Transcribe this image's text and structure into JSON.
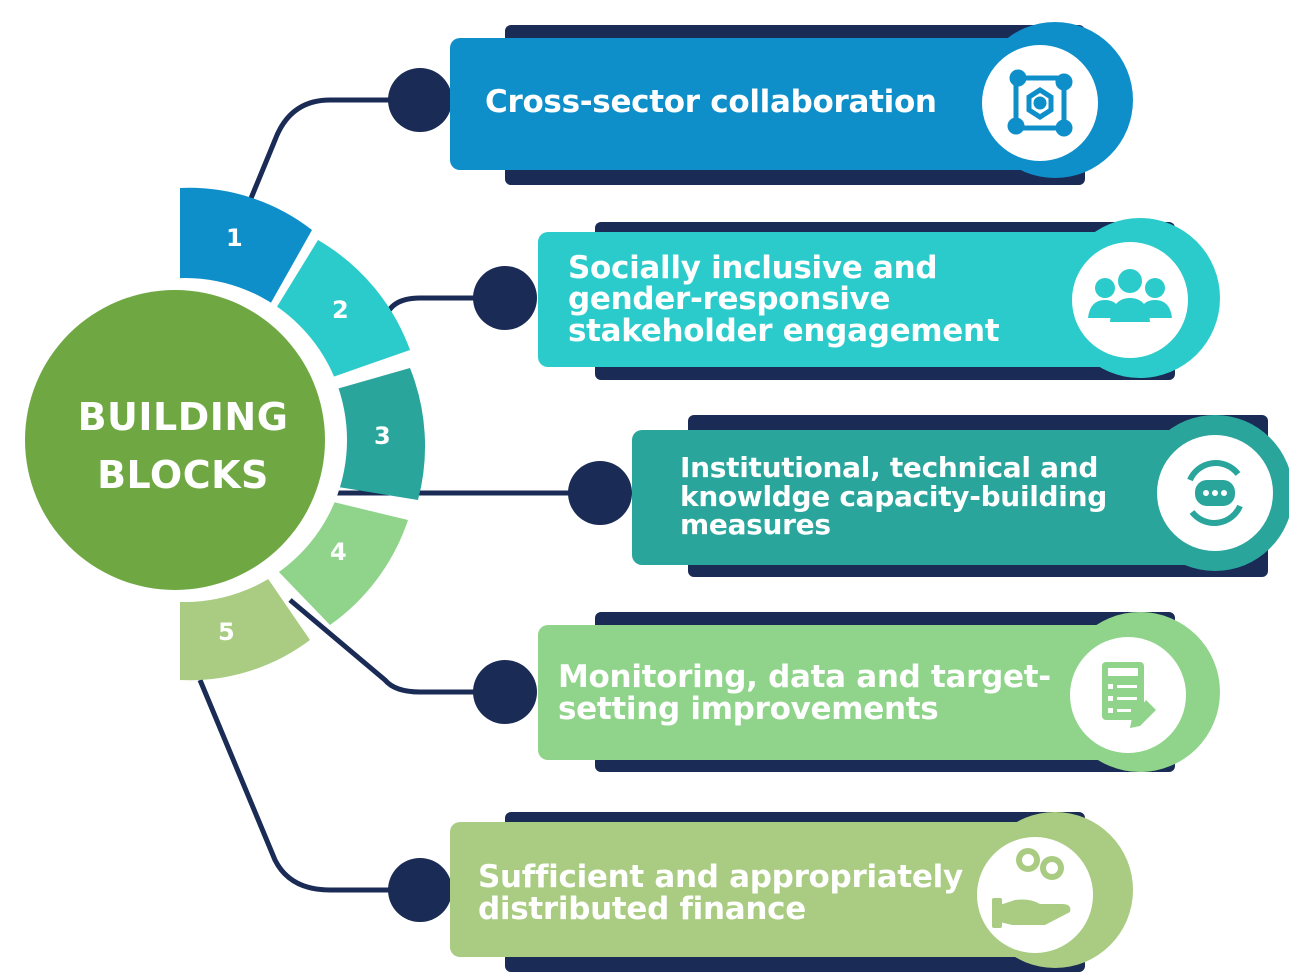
{
  "hub": {
    "line1": "BUILDING",
    "line2": "BLOCKS"
  },
  "colors": {
    "navy": "#1a2b55",
    "block1": "#0f8fc9",
    "block2": "#2ccbcb",
    "block3": "#2aa59c",
    "block4": "#8fd48a",
    "block5": "#a9cc82",
    "hub": "#6fa843"
  },
  "blocks": [
    {
      "number": "1",
      "label": "Cross-sector collaboration",
      "icon": "collaboration-network-icon"
    },
    {
      "number": "2",
      "label": "Socially inclusive and gender-responsive stakeholder engagement",
      "icon": "people-group-icon"
    },
    {
      "number": "3",
      "label": "Institutional, technical and knowldge capacity-building measures",
      "icon": "capacity-cycle-icon"
    },
    {
      "number": "4",
      "label": "Monitoring, data and target-setting improvements",
      "icon": "checklist-clipboard-icon"
    },
    {
      "number": "5",
      "label": "Sufficient and appropriately distributed finance",
      "icon": "coins-hand-icon"
    }
  ]
}
